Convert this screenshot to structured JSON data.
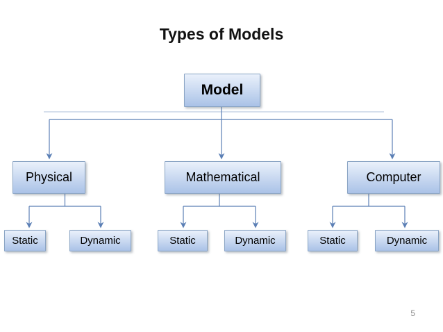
{
  "slide": {
    "title": "Types of Models",
    "page_number": "5",
    "colors": {
      "background": "#ffffff",
      "box_fill_top": "#eaf1fb",
      "box_fill_bottom": "#aac2e7",
      "box_border": "#8aa4c4",
      "connector": "#5b7fb5",
      "title_text": "#111111",
      "node_text": "#000000",
      "page_number_text": "#8a8a8a"
    }
  },
  "diagram": {
    "type": "tree",
    "root_label": "Model",
    "branches": [
      {
        "label": "Physical",
        "children": [
          {
            "label": "Static"
          },
          {
            "label": "Dynamic"
          }
        ]
      },
      {
        "label": "Mathematical",
        "children": [
          {
            "label": "Static"
          },
          {
            "label": "Dynamic"
          }
        ]
      },
      {
        "label": "Computer",
        "children": [
          {
            "label": "Static"
          },
          {
            "label": "Dynamic"
          }
        ]
      }
    ]
  }
}
